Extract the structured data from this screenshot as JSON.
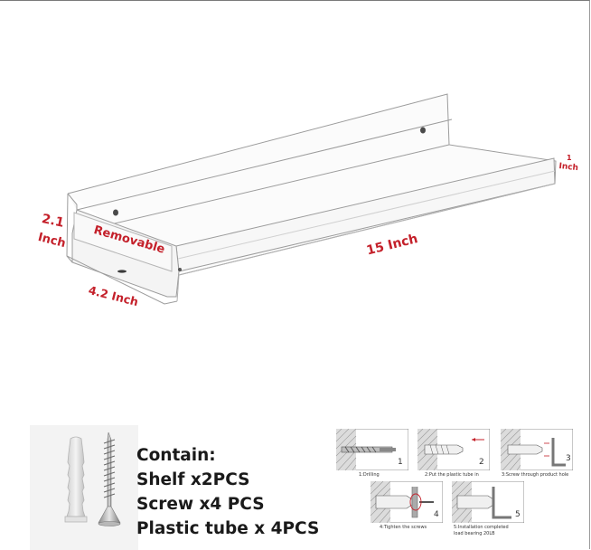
{
  "product_image": {
    "label_removable": "Removable",
    "dim_height_value": "2.1",
    "dim_height_unit": "Inch",
    "dim_depth": "4.2 Inch",
    "dim_length": "15 Inch",
    "dim_lip_value": "1",
    "dim_lip_unit": "Inch"
  },
  "contents": {
    "heading": "Contain:",
    "items": [
      "Shelf x2PCS",
      "Screw x4 PCS",
      "Plastic tube x 4PCS"
    ]
  },
  "installation_steps": [
    {
      "number": "1",
      "caption": "1:Drilling"
    },
    {
      "number": "2",
      "caption": "2:Put the plastic tube in"
    },
    {
      "number": "3",
      "caption": "3:Screw through product hole"
    },
    {
      "number": "4",
      "caption": "4:Tighten the screws"
    },
    {
      "number": "5",
      "caption_line1": "5:Installation completed",
      "caption_line2": "load bearing 20LB"
    }
  ],
  "colors": {
    "dimension_text": "#c4202a",
    "contents_text": "#1a1a1a",
    "shelf_edge": "#9c9c9c"
  }
}
